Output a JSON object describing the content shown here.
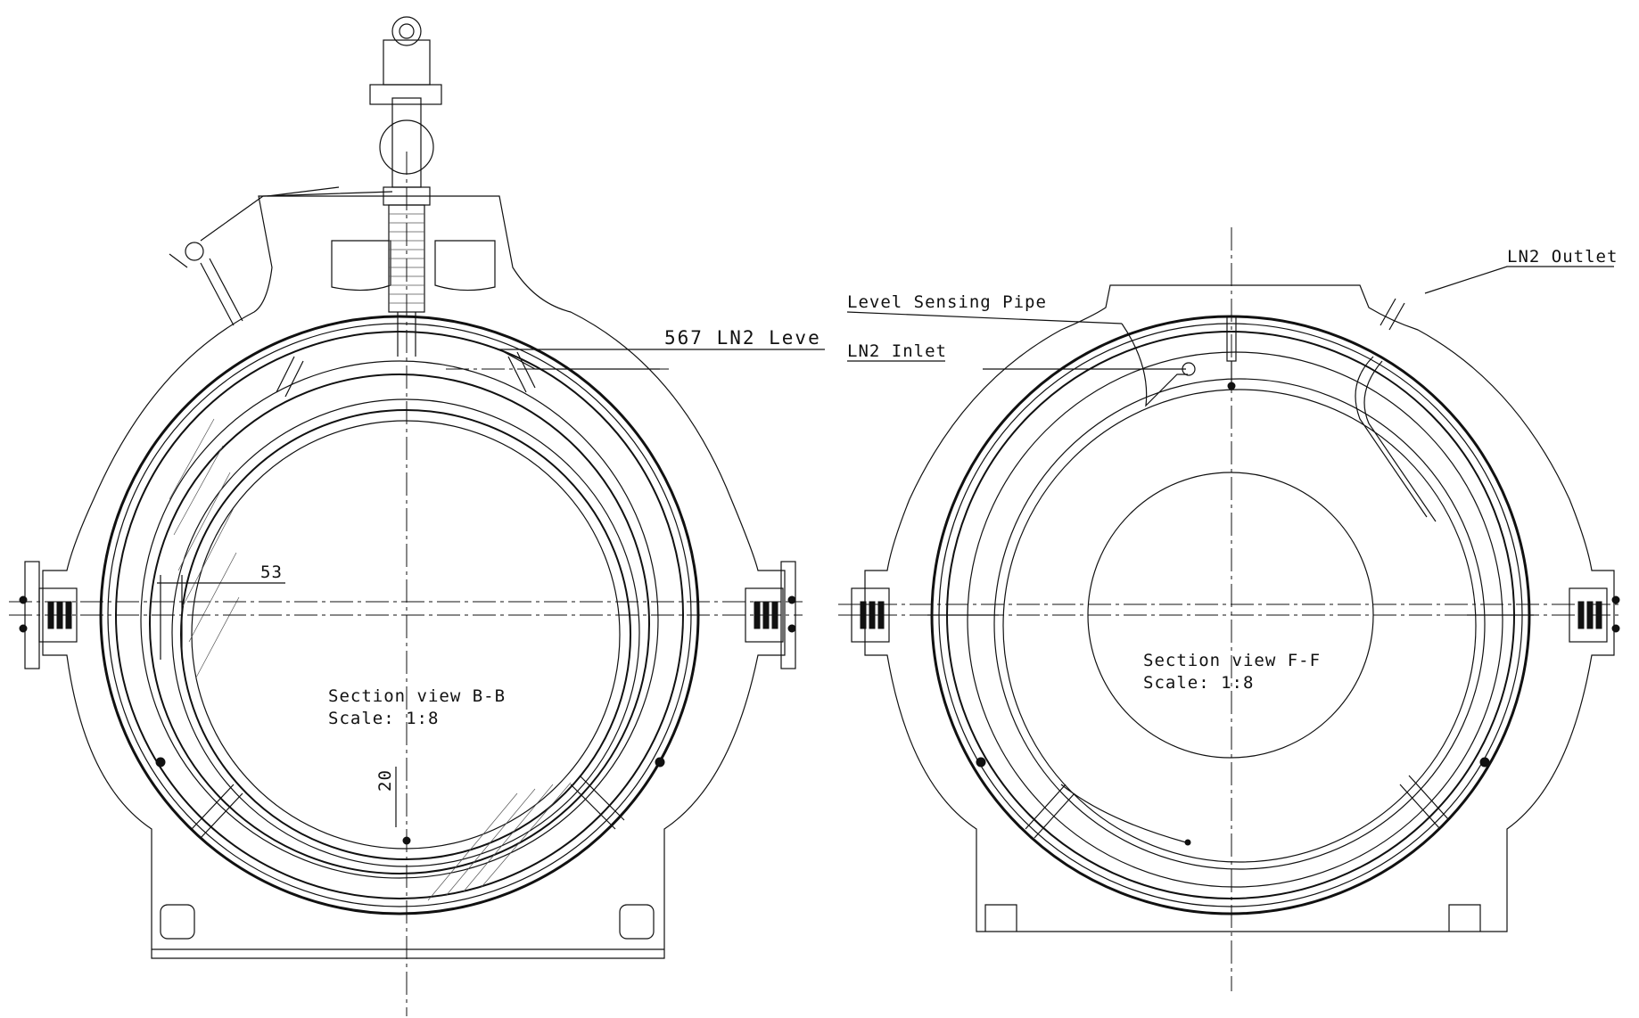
{
  "view_b": {
    "title": "Section view B-B",
    "scale": "Scale:  1:8",
    "callout_ln2_level": "567 LN2 Leve",
    "dim_horizontal": "53",
    "dim_vertical": "20"
  },
  "view_f": {
    "title": "Section view F-F",
    "scale": "Scale:  1:8",
    "callout_level_sensing_pipe": "Level Sensing Pipe",
    "callout_ln2_inlet": "LN2 Inlet",
    "callout_ln2_outlet": "LN2 Outlet"
  }
}
